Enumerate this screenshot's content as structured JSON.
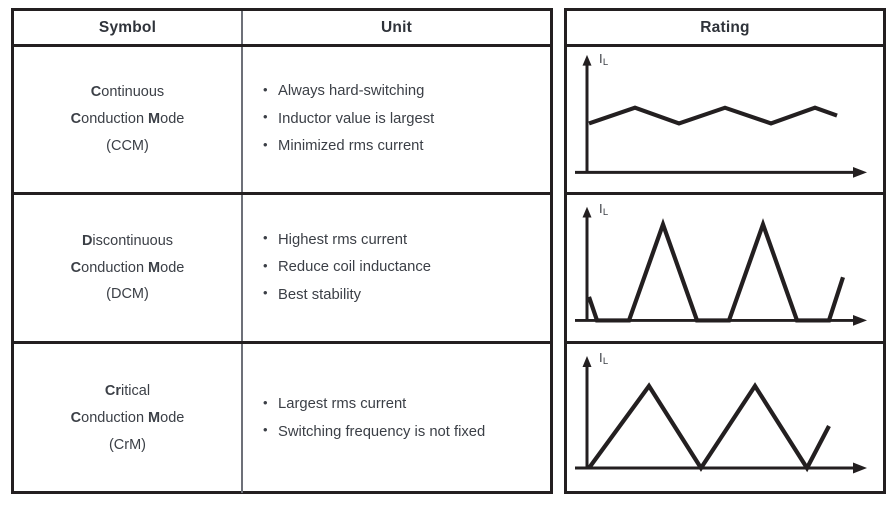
{
  "table": {
    "headers": {
      "symbol": "Symbol",
      "unit": "Unit",
      "rating": "Rating"
    },
    "rows": [
      {
        "symbol": {
          "line1_bold": "C",
          "line1_rest": "ontinuous",
          "line2_bold_a": "C",
          "line2_rest_a": "onduction ",
          "line2_bold_b": "M",
          "line2_rest_b": "ode",
          "line3": "(CCM)",
          "full_text": "Continuous Conduction Mode (CCM)",
          "abbrev": "CCM"
        },
        "unit_bullets": [
          "Always hard-switching",
          "Inductor value is largest",
          "Minimized rms current"
        ],
        "rating": {
          "axis_label": "I",
          "axis_label_sub": "L",
          "waveform_name": "ccm-waveform"
        }
      },
      {
        "symbol": {
          "line1_bold": "D",
          "line1_rest": "iscontinuous",
          "line2_bold_a": "C",
          "line2_rest_a": "onduction ",
          "line2_bold_b": "M",
          "line2_rest_b": "ode",
          "line3": "(DCM)",
          "full_text": "Discontinuous Conduction Mode (DCM)",
          "abbrev": "DCM"
        },
        "unit_bullets": [
          "Highest rms current",
          "Reduce coil inductance",
          "Best stability"
        ],
        "rating": {
          "axis_label": "I",
          "axis_label_sub": "L",
          "waveform_name": "dcm-waveform"
        }
      },
      {
        "symbol": {
          "line1_bold": "Cr",
          "line1_rest": "itical",
          "line2_bold_a": "C",
          "line2_rest_a": "onduction ",
          "line2_bold_b": "M",
          "line2_rest_b": "ode",
          "line3": "(CrM)",
          "full_text": "Critical Conduction Mode (CrM)",
          "abbrev": "CrM"
        },
        "unit_bullets": [
          "Largest rms current",
          "Switching frequency is not fixed"
        ],
        "rating": {
          "axis_label": "I",
          "axis_label_sub": "L",
          "waveform_name": "crm-waveform"
        }
      }
    ]
  },
  "chart_data": [
    {
      "type": "line",
      "title": "",
      "name": "ccm-waveform",
      "xlabel": "",
      "ylabel": "I_L",
      "grid": false,
      "legend": "none",
      "description": "Continuous conduction mode: triangular inductor-current ripple riding on a DC offset, never reaching zero.",
      "xlim": [
        0,
        100
      ],
      "ylim": [
        0,
        100
      ],
      "x": [
        0,
        14,
        28,
        42,
        56,
        70,
        78
      ],
      "y": [
        34,
        48,
        34,
        48,
        34,
        48,
        41
      ]
    },
    {
      "type": "line",
      "title": "",
      "name": "dcm-waveform",
      "xlabel": "",
      "ylabel": "I_L",
      "grid": false,
      "legend": "none",
      "description": "Discontinuous conduction mode: triangular current pulses separated by flat zero-current dead-time intervals.",
      "xlim": [
        0,
        100
      ],
      "ylim": [
        0,
        100
      ],
      "x": [
        0,
        4,
        16,
        26,
        37,
        48,
        56,
        67,
        75,
        80
      ],
      "y": [
        18,
        0,
        0,
        92,
        0,
        0,
        92,
        0,
        0,
        40
      ]
    },
    {
      "type": "line",
      "title": "",
      "name": "crm-waveform",
      "xlabel": "",
      "ylabel": "I_L",
      "grid": false,
      "legend": "none",
      "description": "Critical conduction mode: continuous triangular current that just touches zero with no dead time.",
      "xlim": [
        0,
        100
      ],
      "ylim": [
        0,
        100
      ],
      "x": [
        0,
        20,
        40,
        60,
        78,
        87
      ],
      "y": [
        0,
        80,
        0,
        80,
        0,
        40
      ]
    }
  ]
}
